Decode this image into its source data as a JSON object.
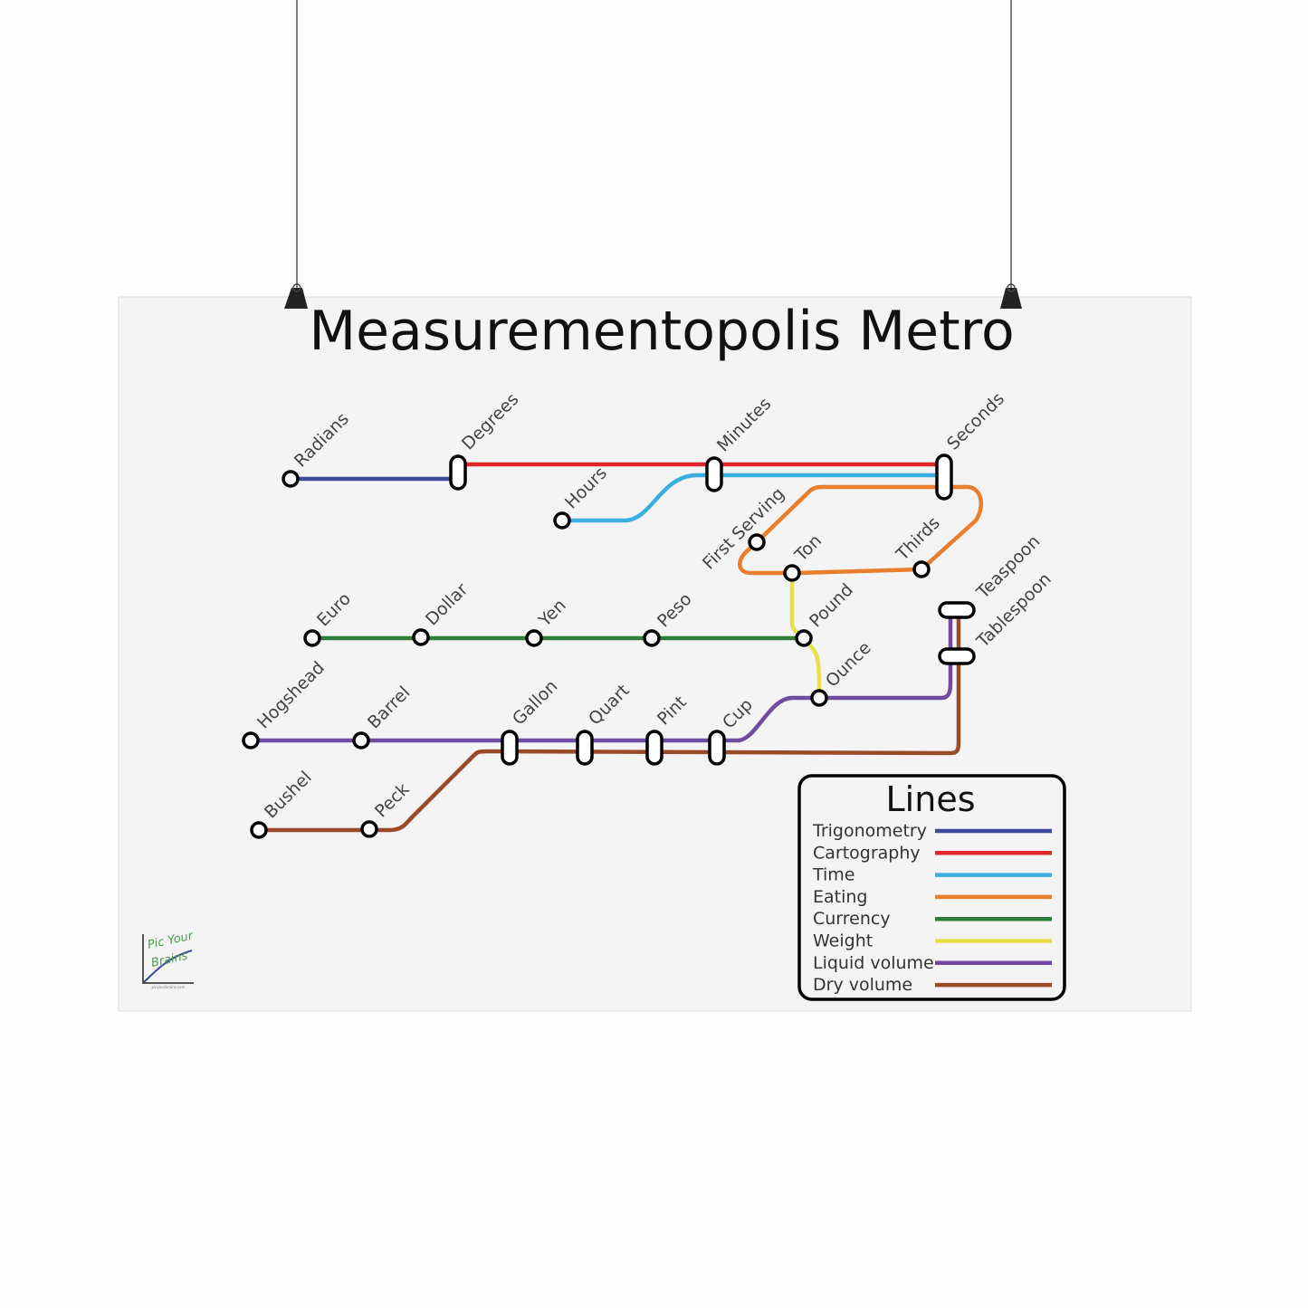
{
  "title": "Measurementopolis Metro",
  "stations": {
    "radians": "Radians",
    "degrees": "Degrees",
    "minutes": "Minutes",
    "seconds": "Seconds",
    "hours": "Hours",
    "first_serving": "First Serving",
    "ton": "Ton",
    "thirds": "Thirds",
    "euro": "Euro",
    "dollar": "Dollar",
    "yen": "Yen",
    "peso": "Peso",
    "pound": "Pound",
    "ounce": "Ounce",
    "teaspoon": "Teaspoon",
    "tablespoon": "Tablespoon",
    "hogshead": "Hogshead",
    "barrel": "Barrel",
    "gallon": "Gallon",
    "quart": "Quart",
    "pint": "Pint",
    "cup": "Cup",
    "bushel": "Bushel",
    "peck": "Peck"
  },
  "legend": {
    "title": "Lines",
    "items": [
      {
        "label": "Trigonometry",
        "color": "#3b4a9b"
      },
      {
        "label": "Cartography",
        "color": "#e0262b"
      },
      {
        "label": "Time",
        "color": "#3aaee0"
      },
      {
        "label": "Eating",
        "color": "#e87d2c"
      },
      {
        "label": "Currency",
        "color": "#2e7d3a"
      },
      {
        "label": "Weight",
        "color": "#e8e04a"
      },
      {
        "label": "Liquid volume",
        "color": "#6f4ca0"
      },
      {
        "label": "Dry volume",
        "color": "#9a4a28"
      }
    ]
  },
  "logo": {
    "line1": "Pic Your",
    "line2": "Brains",
    "url": "picyourbrains.com"
  }
}
